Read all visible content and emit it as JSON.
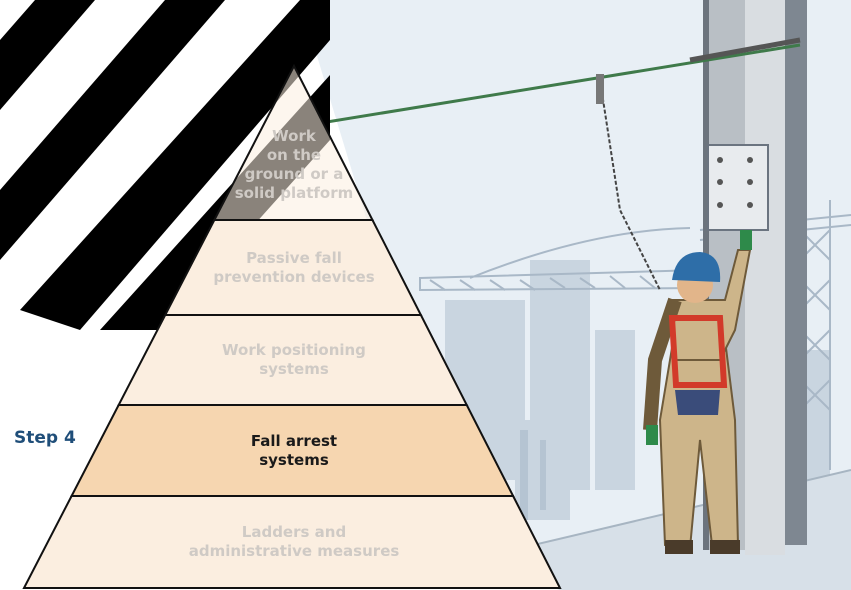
{
  "step_label": "Step 4",
  "pyramid": {
    "tiers": [
      {
        "label": "Work\non the\nground or a\nsolid platform",
        "active": false
      },
      {
        "label": "Passive fall\nprevention devices",
        "active": false
      },
      {
        "label": "Work positioning\nsystems",
        "active": false
      },
      {
        "label": "Fall arrest\nsystems",
        "active": true
      },
      {
        "label": "Ladders and\nadministrative measures",
        "active": false
      }
    ]
  },
  "colors": {
    "tier_fill_inactive": "#fbeee0",
    "tier_fill_active": "#f6d6b0",
    "tier_text_inactive": "#cfcac5",
    "tier_text_active": "#1a1a1a",
    "step_text": "#1f4e79",
    "watermark": "#000000",
    "sky": "#e7eef4"
  },
  "icons": [
    "construction-worker-illustration",
    "steel-column",
    "tower-crane",
    "lifeline-cable"
  ]
}
